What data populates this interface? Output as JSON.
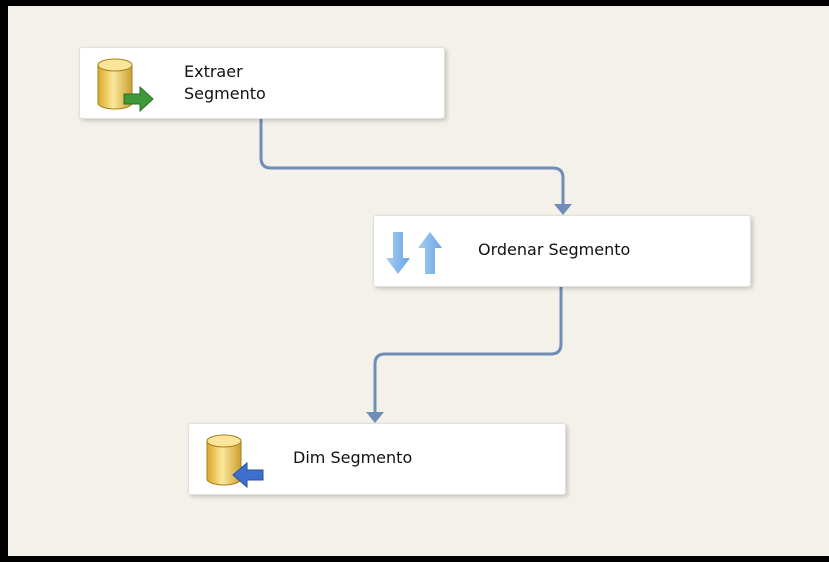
{
  "nodes": {
    "extract": {
      "label": "Extraer\nSegmento",
      "icon": "database-source-icon"
    },
    "sort": {
      "label": "Ordenar Segmento",
      "icon": "sort-arrows-icon"
    },
    "destination": {
      "label": "Dim Segmento",
      "icon": "database-destination-icon"
    }
  },
  "colors": {
    "canvas": "#f4f1ea",
    "connector": "#6f8db6",
    "cylinder": "#f1cf57",
    "source_arrow": "#3e9a38",
    "destination_arrow": "#3d6fd1",
    "sort_arrows": "#7fb4ea"
  }
}
